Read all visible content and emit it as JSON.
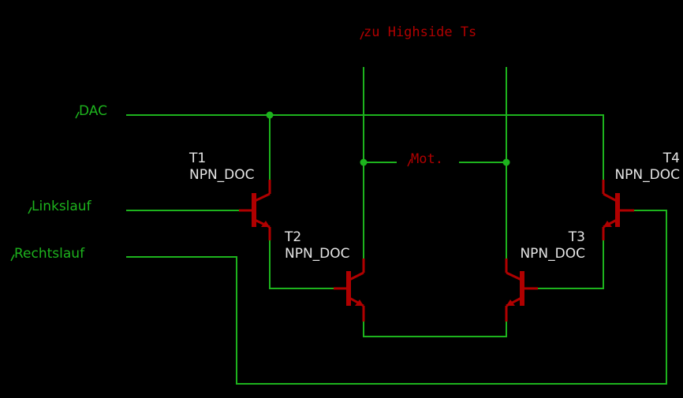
{
  "colors": {
    "background": "#000000",
    "wire": "#1db31d",
    "device": "#b00000",
    "label": "#e6e6e6"
  },
  "nets": {
    "highside": "zu Highside Ts",
    "dac": "DAC",
    "linkslauf": "Linkslauf",
    "rechtslauf": "Rechtslauf",
    "motor": "Mot."
  },
  "transistors": [
    {
      "ref": "T1",
      "type": "NPN_DOC"
    },
    {
      "ref": "T2",
      "type": "NPN_DOC"
    },
    {
      "ref": "T3",
      "type": "NPN_DOC"
    },
    {
      "ref": "T4",
      "type": "NPN_DOC"
    }
  ]
}
